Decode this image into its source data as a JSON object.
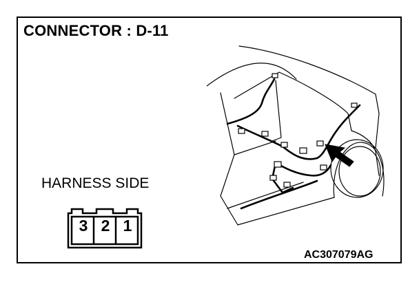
{
  "title": "CONNECTOR : D-11",
  "harness_side_label": "HARNESS SIDE",
  "reference_code": "AC307079AG",
  "connector": {
    "pins": [
      "3",
      "2",
      "1"
    ]
  },
  "illustration": {
    "subject": "vehicle-rear-quarter-harness",
    "arrow_icon": "pointer-arrow-icon"
  }
}
